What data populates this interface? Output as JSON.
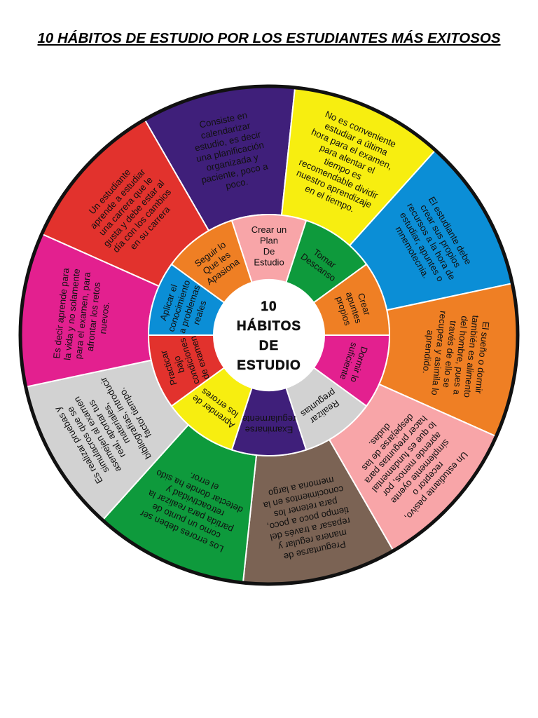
{
  "title": "10 HÁBITOS DE ESTUDIO POR LOS ESTUDIANTES MÁS EXITOSOS",
  "center": {
    "lines": [
      "10",
      "HÁBITOS",
      "DE",
      "ESTUDIO"
    ]
  },
  "habits": [
    {
      "id": "crear-plan",
      "color": "#f8a5a8",
      "label": [
        "Crear un",
        "Plan",
        "De",
        "Estudio"
      ],
      "outer_color": "#3f1f7a",
      "outer_text_color": "#111111",
      "description": [
        "Consiste en",
        "calendarizar",
        "estudio, es decir",
        "una planificación",
        "organizada y",
        "paciente, poco a",
        "poco."
      ]
    },
    {
      "id": "tomar-descanso",
      "color": "#0e9a3c",
      "label": [
        "Tomar",
        "Descanso"
      ],
      "outer_color": "#f7ee10",
      "outer_text_color": "#111111",
      "description": [
        "No es conveniente",
        "estudiar a última",
        "hora para el examen,",
        "para alentar el",
        "tiempo es",
        "recomendable dividir",
        "nuestro aprendizaje",
        "en el tiempo."
      ]
    },
    {
      "id": "crear-apuntes",
      "color": "#ef7f24",
      "label": [
        "Crear",
        "apuntes",
        "propios"
      ],
      "outer_color": "#0b8ed6",
      "outer_text_color": "#111111",
      "description": [
        "El estudiante debe",
        "crear sus propios",
        "recursos a la hora de",
        "estudiar, apuntes o",
        "mnemotecnia."
      ]
    },
    {
      "id": "dormir",
      "color": "#e3208f",
      "label": [
        "Dormir lo",
        "suficiente"
      ],
      "outer_color": "#ef7f24",
      "outer_text_color": "#111111",
      "description": [
        "El sueño o dormir",
        "también es alimento",
        "del hombre, pues a",
        "través de ello se",
        "recupera y asimila lo",
        "aprendido."
      ]
    },
    {
      "id": "realizar-preguntas",
      "color": "#d2d2d2",
      "label": [
        "Realizar",
        "preguntas"
      ],
      "outer_color": "#f8a5a8",
      "outer_text_color": "#111111",
      "description": [
        "Un estudiante pasivo,",
        "receptor o",
        "simplemente oyente",
        "aprende menos, por",
        "lo que es fundamental",
        "hacer preguntas para",
        "despejarse de las",
        "dudas."
      ]
    },
    {
      "id": "examinarse",
      "color": "#3f1f7a",
      "label": [
        "Examinarse",
        "regularmente"
      ],
      "outer_color": "#7b6354",
      "outer_text_color": "#111111",
      "description": [
        "Preguntarse de",
        "manera regular y",
        "repasar a través del",
        "tiempo poco a poco,",
        "para retener los",
        "conocimientos en la",
        "memoria a largo"
      ]
    },
    {
      "id": "aprender-errores",
      "color": "#f7ee10",
      "label": [
        "Aprender de",
        "los errores"
      ],
      "outer_color": "#0e9a3c",
      "outer_text_color": "#111111",
      "description": [
        "Los errores deben ser",
        "como un punto de",
        "partida para realizar la",
        "retroactividad y",
        "detectar donde ha sido",
        "el error."
      ]
    },
    {
      "id": "practicar",
      "color": "#e2322d",
      "label": [
        "Practicar",
        "bajo",
        "condiciones",
        "de examen"
      ],
      "outer_color": "#d2d2d2",
      "outer_text_color": "#111111",
      "description": [
        "Es realizar pruebas y",
        "simulacros que se",
        "asemejen al examen",
        "real, aportar tus",
        "materiales,",
        "bibliografías, introducir",
        "factor tiempo."
      ]
    },
    {
      "id": "aplicar",
      "color": "#0b8ed6",
      "label": [
        "Aplicar el",
        "conocimiento",
        "a problemas",
        "reales"
      ],
      "outer_color": "#e3208f",
      "outer_text_color": "#111111",
      "description": [
        "Es decir aprende para",
        "la vida y no solamente",
        "para el examen, para",
        "afrontar los retos",
        "nuevos."
      ]
    },
    {
      "id": "seguir",
      "color": "#ef7f24",
      "label": [
        "Seguir lo",
        "Que les",
        "Apasiona"
      ],
      "outer_color": "#e2322d",
      "outer_text_color": "#111111",
      "description": [
        "Un estudiante",
        "aprende a estudiar",
        "una carrera que le",
        "gusta y debe estar al",
        "día con los cambios",
        "en su carrera"
      ]
    }
  ]
}
